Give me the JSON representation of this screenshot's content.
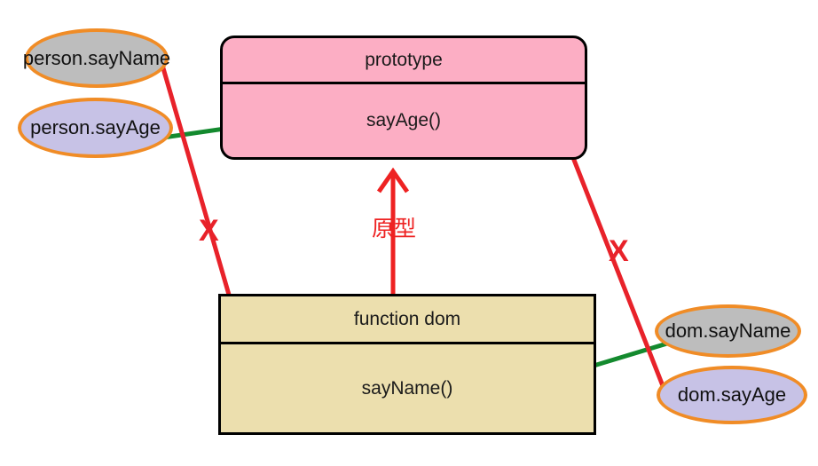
{
  "diagram": {
    "title_text_colors": {
      "pink_fill": "#fcaec4",
      "yellow_fill": "#ecdfae",
      "gray_fill": "#bdbdbd",
      "lavender_fill": "#c7c2e6",
      "ellipse_stroke": "#f08c26",
      "strike_red": "#e8222a",
      "link_green": "#138a2e",
      "arrow_red": "#ee2222",
      "box_stroke": "#000000"
    },
    "prototype_box": {
      "header": "prototype",
      "body": "sayAge()"
    },
    "function_box": {
      "header": "function dom",
      "body": "sayName()"
    },
    "arrow": {
      "label": "原型",
      "icon": "up-arrow-icon"
    },
    "callouts": {
      "person_say_name": "person.sayName",
      "person_say_age": "person.sayAge",
      "dom_say_name": "dom.sayName",
      "dom_say_age": "dom.sayAge"
    },
    "marks": {
      "cross_left": "X",
      "cross_right": "X"
    }
  }
}
